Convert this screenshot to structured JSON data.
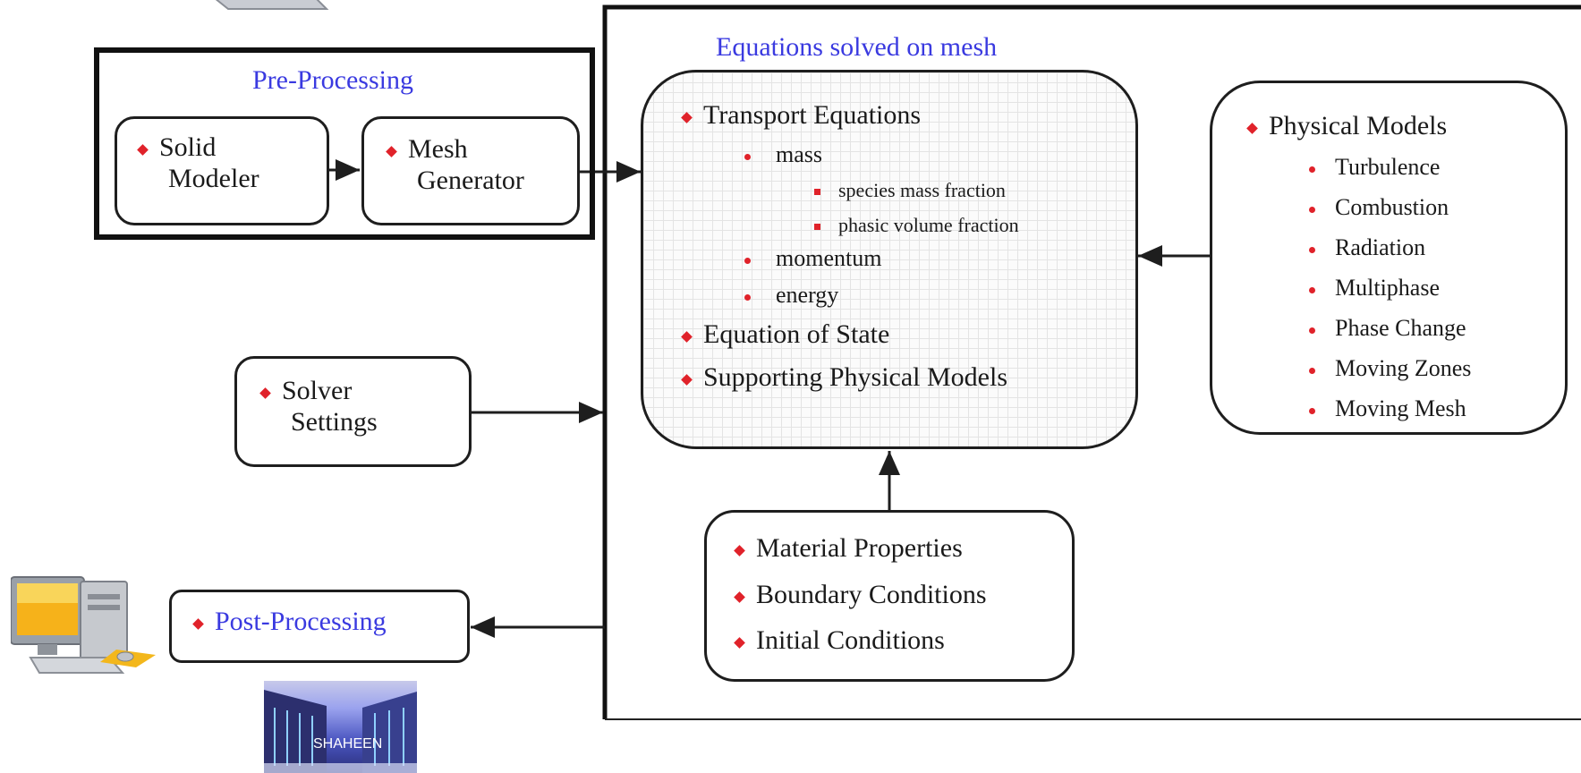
{
  "pre_processing": {
    "title": "Pre-Processing",
    "solid_modeler": [
      "Solid",
      "Modeler"
    ],
    "mesh_generator": [
      "Mesh",
      "Generator"
    ]
  },
  "equations": {
    "title": "Equations solved on mesh",
    "transport": "Transport Equations",
    "mass": "mass",
    "species": "species mass fraction",
    "phasic": "phasic volume fraction",
    "momentum": "momentum",
    "energy": "energy",
    "state": "Equation of State",
    "supporting": "Supporting Physical Models"
  },
  "physical_models": {
    "title": "Physical Models",
    "items": [
      "Turbulence",
      "Combustion",
      "Radiation",
      "Multiphase",
      "Phase Change",
      "Moving Zones",
      "Moving Mesh"
    ]
  },
  "solver": [
    "Solver",
    "Settings"
  ],
  "conditions": [
    "Material Properties",
    "Boundary Conditions",
    "Initial Conditions"
  ],
  "post_processing": "Post-Processing",
  "supercomputer_label": "SHAHEEN",
  "colors": {
    "accent_blue": "#3a3ae0",
    "bullet_red": "#e0222a",
    "border": "#1e1e1e"
  }
}
